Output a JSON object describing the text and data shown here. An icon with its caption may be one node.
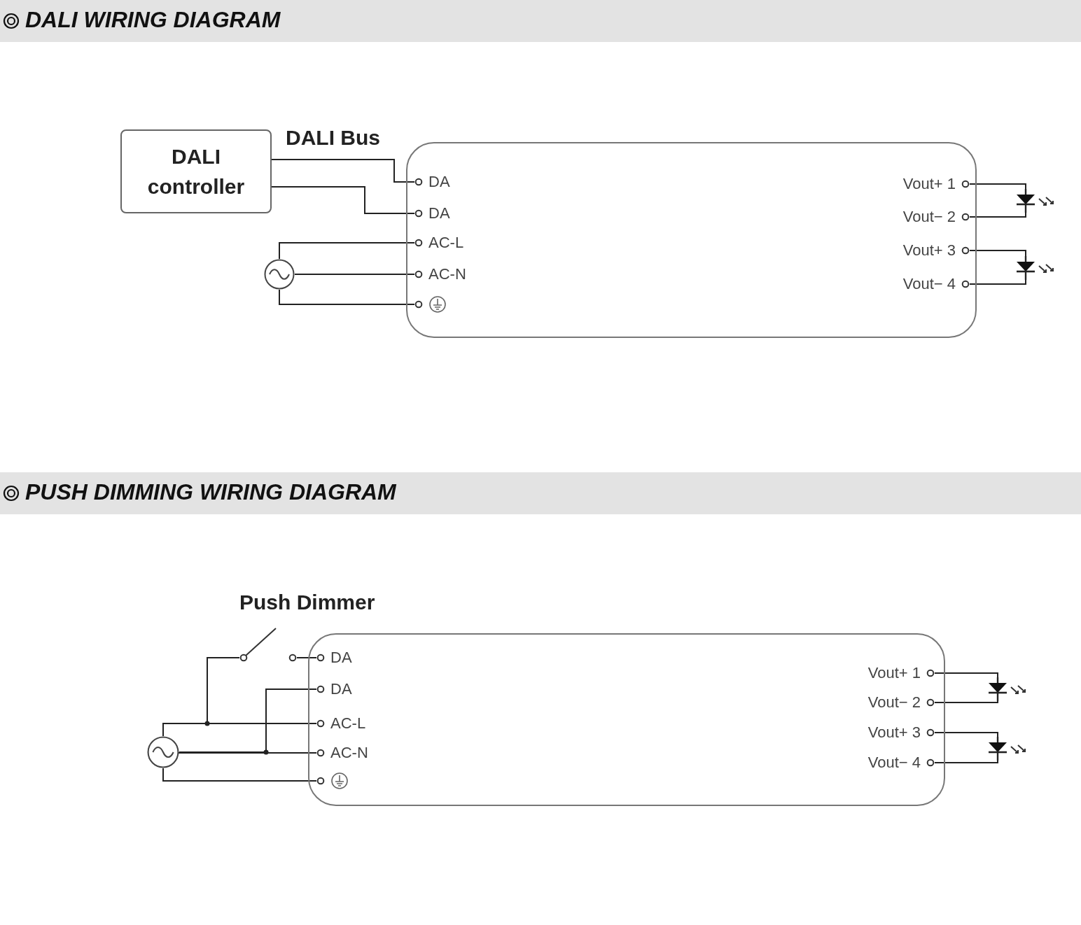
{
  "diagram": {
    "nodes": [
      {
        "text": [
          "DALI controller"
        ]
      },
      {
        "text": [],
        "shape": "box"
      },
      {
        "text": [
          "DA"
        ],
        "in": 1
      },
      {
        "text": [
          "DA"
        ],
        "in": 1
      },
      {
        "text": [
          "AC-L"
        ],
        "in": 1
      },
      {
        "text": [
          "AC-N"
        ],
        "in": 1
      },
      {
        "text": [],
        "shape": "picture",
        "in": 1
      },
      {
        "text": [
          "Vout+ 1"
        ],
        "in": 1
      },
      {
        "text": [
          "Vout− 2"
        ],
        "in": 1
      },
      {
        "text": [
          "Vout+ 3"
        ],
        "in": 1
      },
      {
        "text": [
          "Vout− 4"
        ],
        "in": 1
      },
      {
        "text": [],
        "shape": "circle"
      },
      {
        "text": [],
        "shape": "picture"
      },
      {
        "text": [],
        "shape": "picture"
      },
      {
        "text": [],
        "shape": "picture"
      },
      {
        "text": [],
        "shape": "box"
      },
      {
        "text": [
          "DA"
        ],
        "in": 15
      },
      {
        "text": [
          "DA"
        ],
        "in": 15
      },
      {
        "text": [
          "AC-L"
        ],
        "in": 15
      },
      {
        "text": [
          "AC-N"
        ],
        "in": 15
      },
      {
        "text": [],
        "shape": "picture",
        "in": 15
      },
      {
        "text": [
          "Vout+ 1"
        ],
        "in": 15
      },
      {
        "text": [
          "Vout− 2"
        ],
        "in": 15
      },
      {
        "text": [
          "Vout+ 3"
        ],
        "in": 15
      },
      {
        "text": [
          "Vout− 4"
        ],
        "in": 15
      },
      {
        "text": [],
        "shape": "circle"
      },
      {
        "text": [],
        "shape": "picture"
      },
      {
        "text": [],
        "shape": "picture"
      }
    ],
    "edges": [
      {
        "from": 0,
        "to": 2,
        "arrow": "none",
        "label": "DALI Bus"
      },
      {
        "from": 0,
        "to": 3,
        "arrow": "none"
      },
      {
        "from": 11,
        "to": 4,
        "arrow": "none"
      },
      {
        "from": 11,
        "to": 5,
        "arrow": "none"
      },
      {
        "from": 11,
        "to": 6,
        "arrow": "none"
      },
      {
        "from": 7,
        "to": 12,
        "arrow": "none"
      },
      {
        "from": 12,
        "to": 8,
        "arrow": "none"
      },
      {
        "from": 9,
        "to": 13,
        "arrow": "none"
      },
      {
        "from": 13,
        "to": 10,
        "arrow": "none"
      },
      {
        "from": 25,
        "to": 18,
        "arrow": "none"
      },
      {
        "from": 25,
        "to": 14,
        "arrow": "none"
      },
      {
        "from": 14,
        "to": 16,
        "arrow": "none"
      },
      {
        "from": 25,
        "to": 17,
        "arrow": "none"
      },
      {
        "from": 25,
        "to": 19,
        "arrow": "none"
      },
      {
        "from": 25,
        "to": 20,
        "arrow": "none"
      },
      {
        "from": 21,
        "to": 26,
        "arrow": "none"
      },
      {
        "from": 26,
        "to": 22,
        "arrow": "none"
      },
      {
        "from": 23,
        "to": 27,
        "arrow": "none"
      },
      {
        "from": 27,
        "to": 24,
        "arrow": "none"
      }
    ],
    "labels": [
      "DALI WIRING DIAGRAM",
      "PUSH DIMMING WIRING DIAGRAM",
      "Push Dimmer"
    ]
  }
}
